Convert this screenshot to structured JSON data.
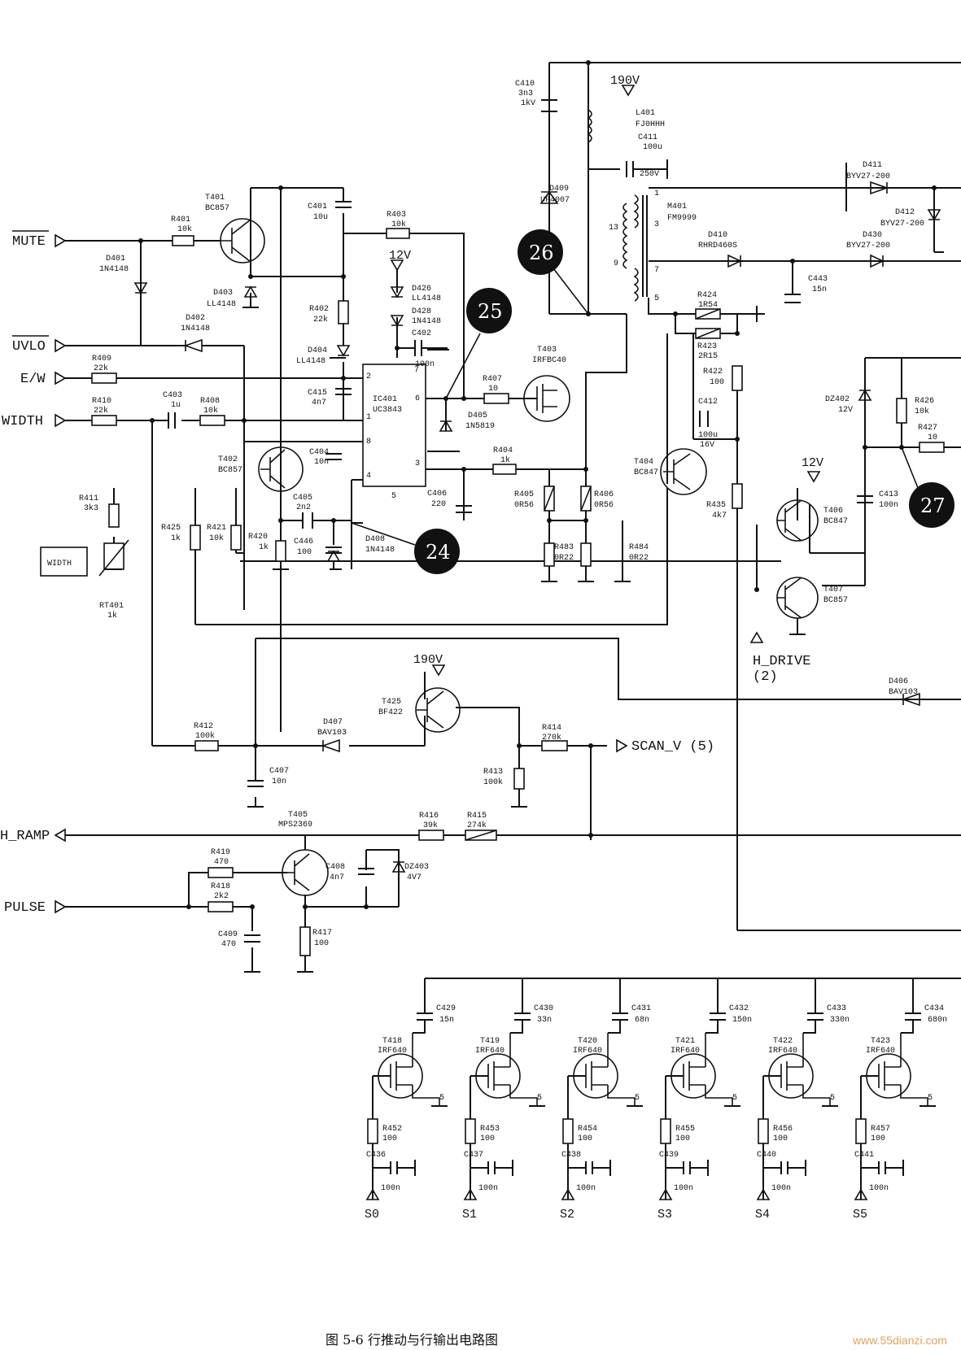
{
  "ports": {
    "mute": "MUTE",
    "uvlo": "UVLO",
    "ew": "E/W",
    "width": "WIDTH",
    "h_ramp": "H_RAMP",
    "pulse": "PULSE",
    "h_drive": "H_DRIVE",
    "h_drive_pin": "(2)",
    "scan_v": "SCAN_V (5)",
    "width_box": "WIDTH"
  },
  "supplies": {
    "v190_top": "190V",
    "v190_mid": "190V",
    "v12_ic": "12V",
    "v12_out": "12V"
  },
  "markers": [
    "24",
    "25",
    "26",
    "27"
  ],
  "components": {
    "C410": [
      "C410",
      "3n3",
      "1kV"
    ],
    "L401": [
      "L401",
      "FJ0HHH"
    ],
    "C411": [
      "C411",
      "100u",
      "250V"
    ],
    "D409": [
      "D409",
      "UF4007"
    ],
    "D411": [
      "D411",
      "BYV27-200"
    ],
    "D412": [
      "D412",
      "BYV27-200"
    ],
    "M401": [
      "M401",
      "FM9999"
    ],
    "D410": [
      "D410",
      "RHRD460S"
    ],
    "D430": [
      "D430",
      "BYV27-200"
    ],
    "C443": [
      "C443",
      "15n"
    ],
    "R424": [
      "R424",
      "1R54"
    ],
    "R423": [
      "R423",
      "2R15"
    ],
    "R422": [
      "R422",
      "100"
    ],
    "C412": [
      "C412",
      "100u",
      "16V"
    ],
    "DZ402": [
      "DZ402",
      "12V"
    ],
    "R426": [
      "R426",
      "10k"
    ],
    "R427": [
      "R427",
      "10"
    ],
    "T401": [
      "T401",
      "BC857"
    ],
    "R401": [
      "R401",
      "10k"
    ],
    "D401": [
      "D401",
      "1N4148"
    ],
    "D403": [
      "D403",
      "LL4148"
    ],
    "D402": [
      "D402",
      "1N4148"
    ],
    "C401": [
      "C401",
      "10u"
    ],
    "R403": [
      "R403",
      "10k"
    ],
    "D426": [
      "D426",
      "LL4148"
    ],
    "D428": [
      "D428",
      "1N4148"
    ],
    "C402": [
      "C402",
      "100n"
    ],
    "R402": [
      "R402",
      "22k"
    ],
    "D404": [
      "D404",
      "LL4148"
    ],
    "C415": [
      "C415",
      "4n7"
    ],
    "IC401": [
      "IC401",
      "UC3843"
    ],
    "R409": [
      "R409",
      "22k"
    ],
    "R410": [
      "R410",
      "22k"
    ],
    "C403": [
      "C403",
      "1u"
    ],
    "R408": [
      "R408",
      "10k"
    ],
    "R407": [
      "R407",
      "10"
    ],
    "D405": [
      "D405",
      "1N5819"
    ],
    "T403": [
      "T403",
      "IRFBC40"
    ],
    "C404": [
      "C404",
      "10n"
    ],
    "R404": [
      "R404",
      "1k"
    ],
    "T402": [
      "T402",
      "BC857"
    ],
    "C405": [
      "C405",
      "2n2"
    ],
    "C406": [
      "C406",
      "220"
    ],
    "R405": [
      "R405",
      "0R56"
    ],
    "R406": [
      "R406",
      "0R56"
    ],
    "T404": [
      "T404",
      "BC847"
    ],
    "R435": [
      "R435",
      "4k7"
    ],
    "C413": [
      "C413",
      "100n"
    ],
    "T406": [
      "T406",
      "BC847"
    ],
    "R411": [
      "R411",
      "3k3"
    ],
    "R425": [
      "R425",
      "1k"
    ],
    "R421": [
      "R421",
      "10k"
    ],
    "R420": [
      "R420",
      "1k"
    ],
    "C446": [
      "C446",
      "100"
    ],
    "D408": [
      "D408",
      "1N4148"
    ],
    "R483": [
      "R483",
      "0R22"
    ],
    "R484": [
      "R484",
      "0R22"
    ],
    "T407": [
      "T407",
      "BC857"
    ],
    "RT401": [
      "RT401",
      "1k"
    ],
    "T425": [
      "T425",
      "BF422"
    ],
    "D407": [
      "D407",
      "BAV103"
    ],
    "R412": [
      "R412",
      "100k"
    ],
    "R414": [
      "R414",
      "270k"
    ],
    "D406": [
      "D406",
      "BAV103"
    ],
    "C407": [
      "C407",
      "10n"
    ],
    "R413": [
      "R413",
      "100k"
    ],
    "T405": [
      "T405",
      "MPS2369"
    ],
    "R416": [
      "R416",
      "39k"
    ],
    "R415": [
      "R415",
      "274k"
    ],
    "R419": [
      "R419",
      "470"
    ],
    "R418": [
      "R418",
      "2k2"
    ],
    "C408": [
      "C408",
      "4n7"
    ],
    "DZ403": [
      "DZ403",
      "4V7"
    ],
    "C409": [
      "C409",
      "470"
    ],
    "R417": [
      "R417",
      "100"
    ]
  },
  "mosfet_stages": [
    {
      "cap": "C429",
      "cap_val": "15n",
      "fet": "T418",
      "fet_type": "IRF640",
      "res": "R452",
      "res_val": "100",
      "ccap": "C436",
      "ccap_val": "100n",
      "input": "S0",
      "src": "5"
    },
    {
      "cap": "C430",
      "cap_val": "33n",
      "fet": "T419",
      "fet_type": "IRF640",
      "res": "R453",
      "res_val": "100",
      "ccap": "C437",
      "ccap_val": "100n",
      "input": "S1",
      "src": "5"
    },
    {
      "cap": "C431",
      "cap_val": "68n",
      "fet": "T420",
      "fet_type": "IRF640",
      "res": "R454",
      "res_val": "100",
      "ccap": "C438",
      "ccap_val": "100n",
      "input": "S2",
      "src": "5"
    },
    {
      "cap": "C432",
      "cap_val": "150n",
      "fet": "T421",
      "fet_type": "IRF640",
      "res": "R455",
      "res_val": "100",
      "ccap": "C439",
      "ccap_val": "100n",
      "input": "S3",
      "src": "5"
    },
    {
      "cap": "C433",
      "cap_val": "330n",
      "fet": "T422",
      "fet_type": "IRF640",
      "res": "R456",
      "res_val": "100",
      "ccap": "C440",
      "ccap_val": "100n",
      "input": "S4",
      "src": "5"
    },
    {
      "cap": "C434",
      "cap_val": "680n",
      "fet": "T423",
      "fet_type": "IRF640",
      "res": "R457",
      "res_val": "100",
      "ccap": "C441",
      "ccap_val": "100n",
      "input": "S5",
      "src": "5"
    }
  ],
  "caption": "图 5-6   行推动与行输出电路图",
  "watermark": "www.55dianzi.com"
}
